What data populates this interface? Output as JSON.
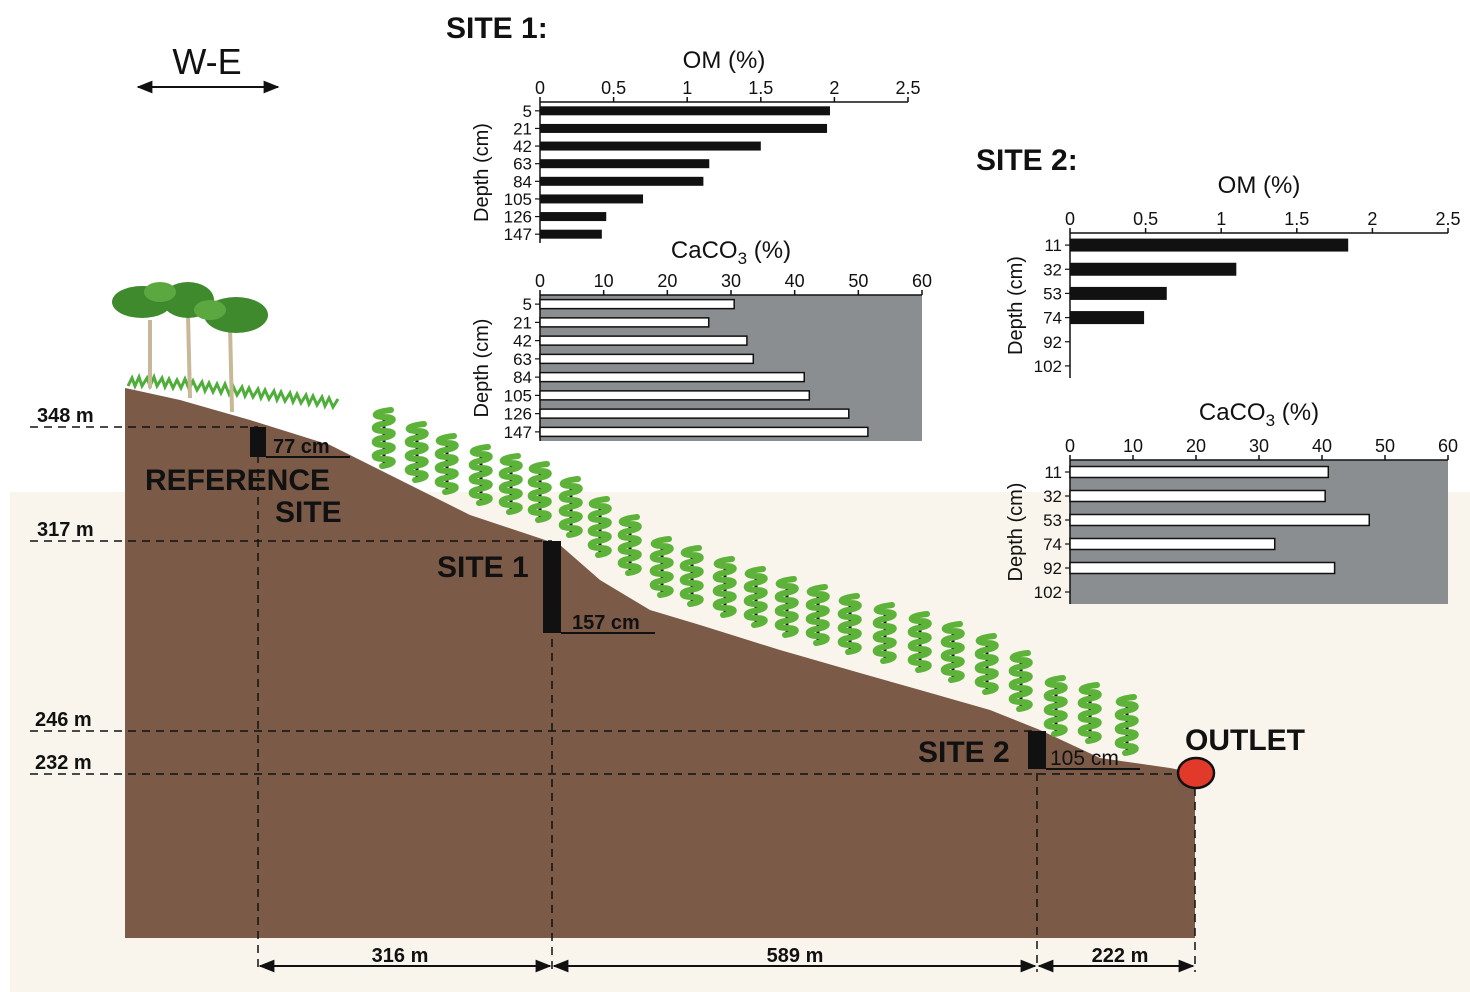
{
  "direction_label": "W-E",
  "colors": {
    "soil": "#7b5a48",
    "background_band": "#f9f5ec",
    "vine": "#5db33a",
    "outlet": "#e23a2a",
    "caco3_panel": "#8a8e90",
    "om_bar": "#111111",
    "caco3_bar": "#ffffff"
  },
  "elevations": [
    "348 m",
    "317 m",
    "246 m",
    "232 m"
  ],
  "sites": {
    "reference": {
      "line1": "REFERENCE",
      "line2": "SITE",
      "depth": "77 cm"
    },
    "site1": {
      "label": "SITE 1",
      "depth": "157 cm"
    },
    "site2": {
      "label": "SITE 2",
      "depth": "105 cm"
    },
    "outlet": {
      "label": "OUTLET"
    }
  },
  "distances": [
    "316 m",
    "589 m",
    "222 m"
  ],
  "chart_data": [
    {
      "type": "bar",
      "orientation": "horizontal",
      "title": "SITE 1:",
      "xlabel": "OM (%)",
      "ylabel": "Depth (cm)",
      "xlim": [
        0,
        2.5
      ],
      "xticks": [
        "0",
        "0.5",
        "1",
        "1.5",
        "2",
        "2.5"
      ],
      "categories": [
        "5",
        "21",
        "42",
        "63",
        "84",
        "105",
        "126",
        "147"
      ],
      "values": [
        1.97,
        1.95,
        1.5,
        1.15,
        1.11,
        0.7,
        0.45,
        0.42
      ]
    },
    {
      "type": "bar",
      "orientation": "horizontal",
      "title": "",
      "xlabel": "CaCO3 (%)",
      "ylabel": "Depth (cm)",
      "xlim": [
        0,
        60
      ],
      "xticks": [
        "0",
        "10",
        "20",
        "30",
        "40",
        "50",
        "60"
      ],
      "categories": [
        "5",
        "21",
        "42",
        "63",
        "84",
        "105",
        "126",
        "147"
      ],
      "values": [
        30.5,
        26.5,
        32.5,
        33.5,
        41.5,
        42.3,
        48.5,
        51.5
      ]
    },
    {
      "type": "bar",
      "orientation": "horizontal",
      "title": "SITE 2:",
      "xlabel": "OM (%)",
      "ylabel": "Depth (cm)",
      "xlim": [
        0,
        2.5
      ],
      "xticks": [
        "0",
        "0.5",
        "1",
        "1.5",
        "2",
        "2.5"
      ],
      "categories": [
        "11",
        "32",
        "53",
        "74",
        "92",
        "102"
      ],
      "values": [
        1.84,
        1.1,
        0.64,
        0.49,
        0,
        0
      ]
    },
    {
      "type": "bar",
      "orientation": "horizontal",
      "title": "",
      "xlabel": "CaCO3 (%)",
      "ylabel": "Depth (cm)",
      "xlim": [
        0,
        60
      ],
      "xticks": [
        "0",
        "10",
        "20",
        "30",
        "40",
        "50",
        "60"
      ],
      "categories": [
        "11",
        "32",
        "53",
        "74",
        "92",
        "102"
      ],
      "values": [
        41,
        40.5,
        47.5,
        32.5,
        42,
        0
      ]
    }
  ]
}
